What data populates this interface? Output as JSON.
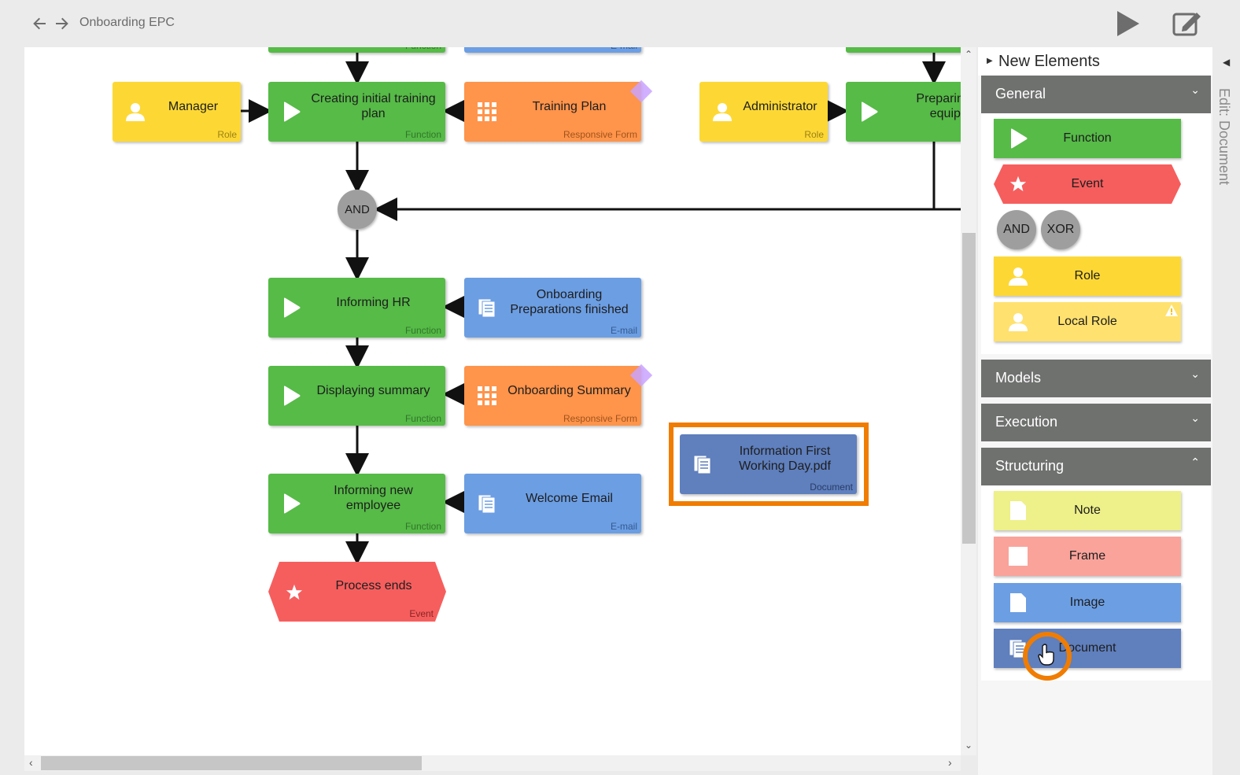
{
  "header": {
    "back_icon": "arrow-left-icon",
    "forward_icon": "arrow-right-icon",
    "title": "Onboarding EPC",
    "run_icon": "play-icon",
    "edit_icon": "edit-icon"
  },
  "canvas": {
    "nodes": {
      "manager": {
        "label": "Manager",
        "type": "Role"
      },
      "creating_training": {
        "label": "Creating initial training plan",
        "type": "Function"
      },
      "training_plan": {
        "label": "Training Plan",
        "type": "Responsive Form"
      },
      "administrator": {
        "label": "Administrator",
        "type": "Role"
      },
      "preparing": {
        "label": "Preparing te equipm",
        "type": "Function"
      },
      "and_gate": {
        "label": "AND"
      },
      "informing_hr": {
        "label": "Informing HR",
        "type": "Function"
      },
      "onboarding_prep": {
        "label": "Onboarding Preparations finished",
        "type": "E-mail"
      },
      "displaying_summary": {
        "label": "Displaying summary",
        "type": "Function"
      },
      "onboarding_summary": {
        "label": "Onboarding Summary",
        "type": "Responsive Form"
      },
      "info_doc": {
        "label": "Information First Working Day.pdf",
        "type": "Document"
      },
      "informing_employee": {
        "label": "Informing new employee",
        "type": "Function"
      },
      "welcome_email": {
        "label": "Welcome Email",
        "type": "E-mail"
      },
      "process_ends": {
        "label": "Process ends",
        "type": "Event"
      },
      "top_fn_type": "Function",
      "top_mail_type": "E-mail"
    }
  },
  "panel": {
    "title": "New Elements",
    "sections": {
      "general": {
        "label": "General",
        "expanded": true
      },
      "models": {
        "label": "Models",
        "expanded": false
      },
      "execution": {
        "label": "Execution",
        "expanded": false
      },
      "structuring": {
        "label": "Structuring",
        "expanded": true
      }
    },
    "general_items": {
      "function": "Function",
      "event": "Event",
      "and": "AND",
      "xor": "XOR",
      "role": "Role",
      "local_role": "Local Role"
    },
    "structuring_items": {
      "note": "Note",
      "frame": "Frame",
      "image": "Image",
      "document": "Document"
    },
    "side_label": "Edit: Document"
  },
  "colors": {
    "function": "#56bb47",
    "event": "#f65e5e",
    "role": "#fdd835",
    "local_role": "#ffe16f",
    "form": "#ff944b",
    "email": "#6c9ee3",
    "document": "#5f7fbd",
    "gate": "#9e9e9e",
    "highlight": "#f07c00",
    "note": "#eef089",
    "frame": "#faa39b",
    "image": "#6c9ee3"
  }
}
